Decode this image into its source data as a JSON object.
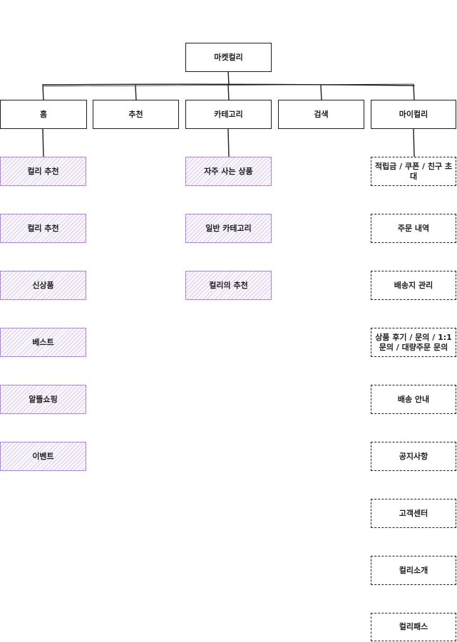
{
  "root": {
    "label": "마켓컬리"
  },
  "categories": [
    {
      "label": "홈"
    },
    {
      "label": "추천"
    },
    {
      "label": "카테고리"
    },
    {
      "label": "검색"
    },
    {
      "label": "마이컬리"
    }
  ],
  "home_items": [
    {
      "label": "컬리 추천"
    },
    {
      "label": "컬리 추천"
    },
    {
      "label": "신상품"
    },
    {
      "label": "베스트"
    },
    {
      "label": "알뜰쇼핑"
    },
    {
      "label": "이벤트"
    }
  ],
  "category_items": [
    {
      "label": "자주 사는 상품"
    },
    {
      "label": "일반 카테고리"
    },
    {
      "label": "컬리의 추천"
    }
  ],
  "mykurly_items": [
    {
      "label": "적립금 / 쿠폰 / 친구 초대"
    },
    {
      "label": "주문 내역"
    },
    {
      "label": "배송지 관리"
    },
    {
      "label": "상품 후기 / 문의 / 1:1 문의 / 대량주문 문의"
    },
    {
      "label": "배송 안내"
    },
    {
      "label": "공지사항"
    },
    {
      "label": "고객센터"
    },
    {
      "label": "컬리소개"
    },
    {
      "label": "컬리패스"
    }
  ]
}
